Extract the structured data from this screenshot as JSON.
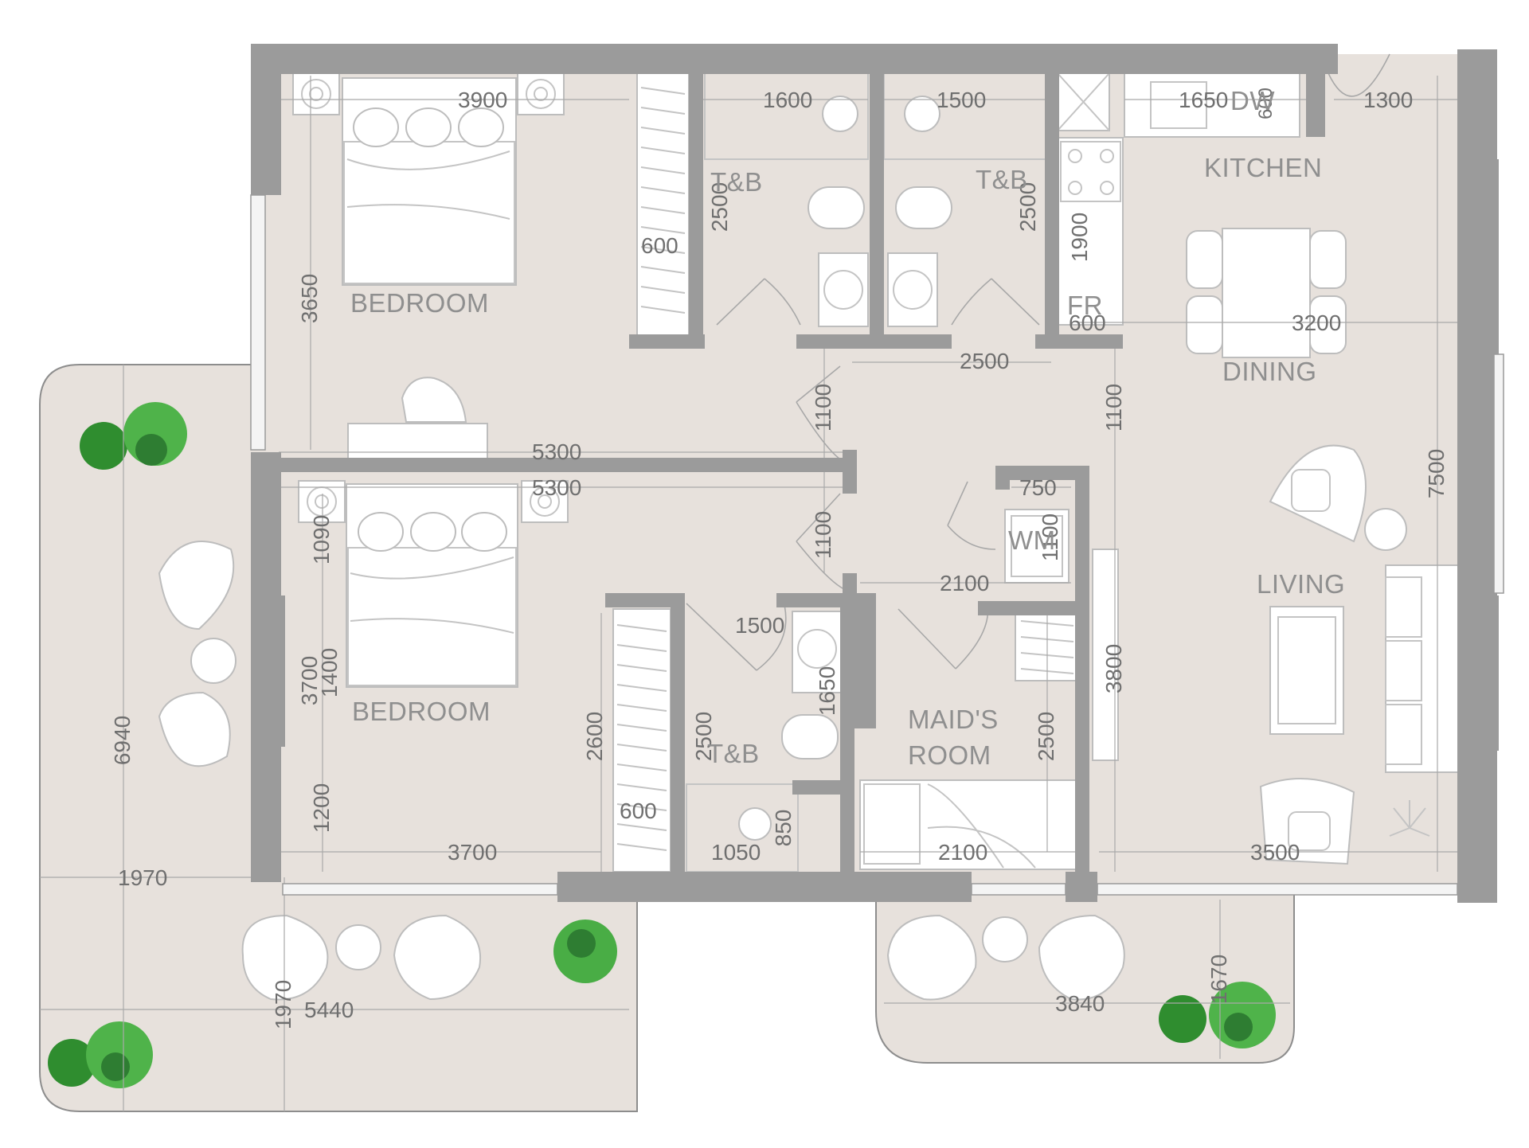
{
  "rooms": {
    "bedroom_1": "BEDROOM",
    "bedroom_2": "BEDROOM",
    "tb_1": "T&B",
    "tb_2": "T&B",
    "tb_3": "T&B",
    "kitchen": "KITCHEN",
    "dining": "DINING",
    "living": "LIVING",
    "maids_room_line1": "MAID'S",
    "maids_room_line2": "ROOM",
    "fr": "FR",
    "dw": "DW",
    "wm": "WM"
  },
  "dimensions": {
    "bed1_width": "3900",
    "bed1_depth": "3650",
    "tb1_width": "1600",
    "tb1_depth": "2500",
    "tb2_width": "1500",
    "tb2_depth": "2500",
    "kitchen_counter": "1650",
    "dw_depth": "600",
    "kitchen_door": "1300",
    "fr_height": "1900",
    "fr_width": "600",
    "dining_width": "3200",
    "wardrobe1_depth": "600",
    "corridor_width": "2500",
    "corridor_1100_a": "1100",
    "corridor_1100_b": "1100",
    "corridor_1100_c": "1100",
    "corridor_5300_a": "5300",
    "corridor_5300_b": "5300",
    "wm_width": "750",
    "wm_depth": "1100",
    "hall_2100": "2100",
    "bed2_1090": "1090",
    "bed2_3700_v": "3700",
    "bed2_1400": "1400",
    "bed2_1200": "1200",
    "bed2_width": "3700",
    "wardrobe2_depth": "600",
    "wardrobe2_len": "2600",
    "tb3_width": "1500",
    "tb3_depth": "2500",
    "tb3_1650": "1650",
    "shower_1050": "1050",
    "shower_850": "850",
    "maid_depth": "2500",
    "maid_width": "2100",
    "living_3800": "3800",
    "living_depth": "7500",
    "living_width": "3500",
    "balcony_left_depth": "6940",
    "balcony_left_width": "1970",
    "balcony_bottom_1970": "1970",
    "balcony_bottom_5440": "5440",
    "balcony_right_3840": "3840",
    "balcony_right_1670": "1670"
  }
}
